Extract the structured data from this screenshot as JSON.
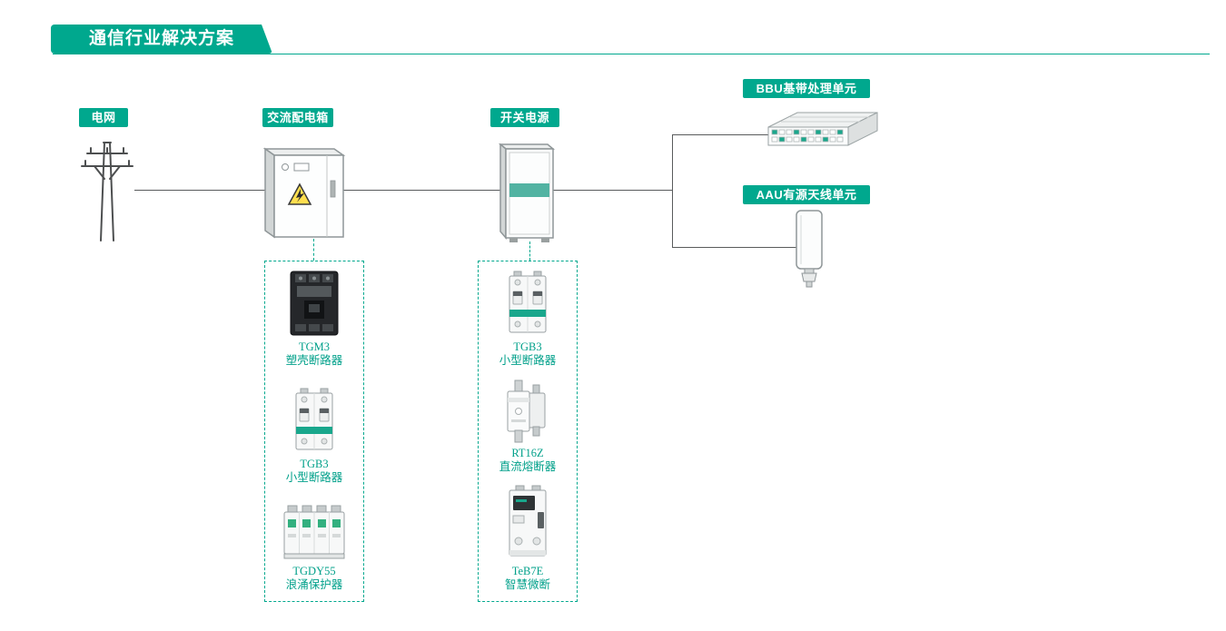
{
  "page": {
    "title": "通信行业解决方案"
  },
  "colors": {
    "accent": "#00a88e",
    "line": "#595b5c",
    "product_text": "#00a08a"
  },
  "nodes": [
    {
      "id": "power-grid",
      "label": "电网",
      "icon": "power-pole-icon"
    },
    {
      "id": "ac-distribution-box",
      "label": "交流配电箱",
      "icon": "distribution-cabinet-icon"
    },
    {
      "id": "switching-power-supply",
      "label": "开关电源",
      "icon": "power-supply-cabinet-icon"
    },
    {
      "id": "bbu",
      "label": "BBU基带处理单元",
      "icon": "bbu-unit-icon"
    },
    {
      "id": "aau",
      "label": "AAU有源天线单元",
      "icon": "aau-unit-icon"
    }
  ],
  "product_groups": [
    {
      "attached_to": "交流配电箱",
      "products": [
        {
          "model": "TGM3",
          "name": "塑壳断路器",
          "icon": "molded-case-breaker-icon"
        },
        {
          "model": "TGB3",
          "name": "小型断路器",
          "icon": "miniature-breaker-icon"
        },
        {
          "model": "TGDY55",
          "name": "浪涌保护器",
          "icon": "surge-protector-icon"
        }
      ]
    },
    {
      "attached_to": "开关电源",
      "products": [
        {
          "model": "TGB3",
          "name": "小型断路器",
          "icon": "miniature-breaker-icon"
        },
        {
          "model": "RT16Z",
          "name": "直流熔断器",
          "icon": "dc-fuse-icon"
        },
        {
          "model": "TeB7E",
          "name": "智慧微断",
          "icon": "smart-breaker-icon"
        }
      ]
    }
  ]
}
